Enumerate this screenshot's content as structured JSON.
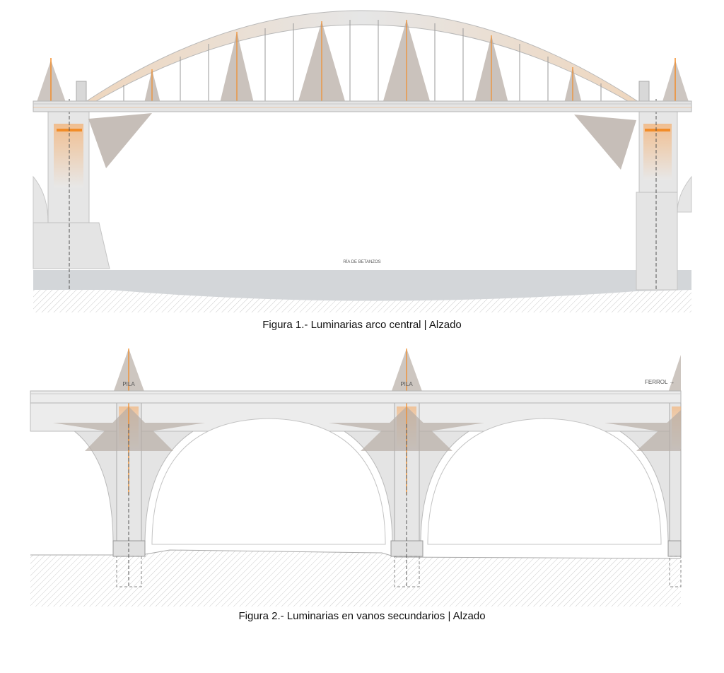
{
  "figure1": {
    "caption": "Figura 1.- Luminarias arco central | Alzado",
    "water_label": "RÍA DE BETANZOS"
  },
  "figure2": {
    "caption": "Figura 2.- Luminarias en vanos secundarios | Alzado",
    "pier_label_1": "PILA",
    "pier_label_2": "PILA",
    "direction_label": "FERROL →"
  },
  "colors": {
    "accent_orange": "#f28c28",
    "structure_gray": "#e2e2e2",
    "light_cone": "#b8aea6",
    "water": "#d3d6d9"
  }
}
